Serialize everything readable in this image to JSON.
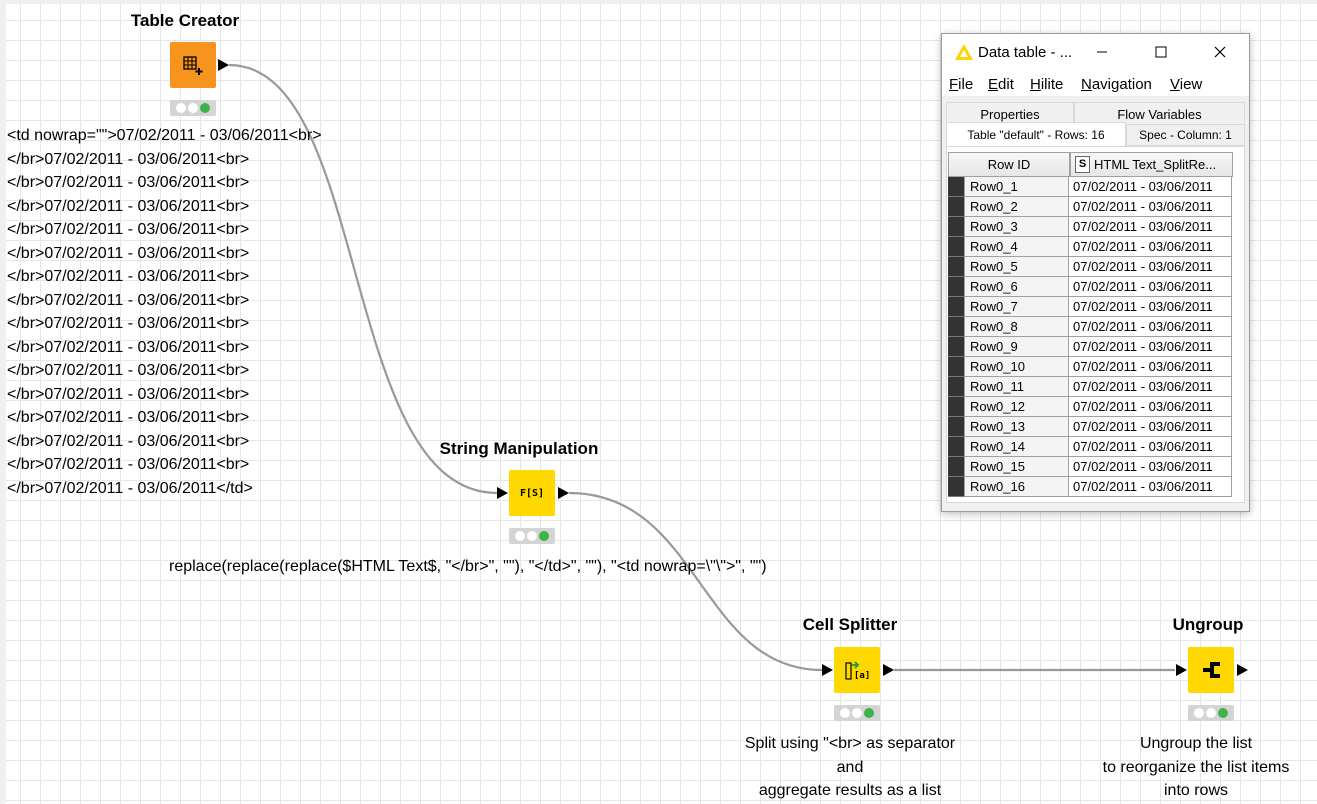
{
  "nodes": {
    "table_creator": {
      "title": "Table Creator",
      "color": "#f7941d",
      "icon": "table-plus-icon"
    },
    "string_manipulation": {
      "title": "String Manipulation",
      "color": "#ffd800",
      "icon": "function-string-icon",
      "icon_text": "F[S]"
    },
    "cell_splitter": {
      "title": "Cell Splitter",
      "color": "#ffd800",
      "icon": "split-list-icon",
      "icon_text": "[a]"
    },
    "ungroup": {
      "title": "Ungroup",
      "color": "#ffd800",
      "icon": "ungroup-icon"
    }
  },
  "annotations": {
    "html_lines": [
      "<td nowrap=\"\">07/02/2011 - 03/06/2011<br>",
      "</br>07/02/2011 - 03/06/2011<br>",
      "</br>07/02/2011 - 03/06/2011<br>",
      "</br>07/02/2011 - 03/06/2011<br>",
      "</br>07/02/2011 - 03/06/2011<br>",
      "</br>07/02/2011 - 03/06/2011<br>",
      "</br>07/02/2011 - 03/06/2011<br>",
      "</br>07/02/2011 - 03/06/2011<br>",
      "</br>07/02/2011 - 03/06/2011<br>",
      "</br>07/02/2011 - 03/06/2011<br>",
      "</br>07/02/2011 - 03/06/2011<br>",
      "</br>07/02/2011 - 03/06/2011<br>",
      "</br>07/02/2011 - 03/06/2011<br>",
      "</br>07/02/2011 - 03/06/2011<br>",
      "</br>07/02/2011 - 03/06/2011<br>",
      "</br>07/02/2011 - 03/06/2011</td>"
    ],
    "expression": "replace(replace(replace($HTML Text$, \"</br>\", \"\"), \"</td>\", \"\"), \"<td nowrap=\\\"\\\">\", \"\")",
    "cell_splitter_note": [
      "Split using \"<br> as separator",
      "and",
      "aggregate results as a list"
    ],
    "ungroup_note": [
      "Ungroup the list",
      "to reorganize the list items",
      "into rows"
    ]
  },
  "window": {
    "title": "Data table - ...",
    "logo_icon": "knime-triangle-icon",
    "minimize_icon": "minimize-icon",
    "maximize_icon": "maximize-icon",
    "close_icon": "close-icon",
    "menu": [
      {
        "accel": "F",
        "rest": "ile"
      },
      {
        "accel": "E",
        "rest": "dit"
      },
      {
        "accel": "H",
        "rest": "ilite"
      },
      {
        "accel": "N",
        "rest": "avigation"
      },
      {
        "accel": "V",
        "rest": "iew"
      }
    ],
    "tabs_top": [
      "Properties",
      "Flow Variables"
    ],
    "tabs_bottom": [
      "Table \"default\" - Rows: 16",
      "Spec - Column: 1"
    ],
    "columns": {
      "row_id": "Row ID",
      "type_badge": "S",
      "value": "HTML Text_SplitRe..."
    },
    "rows": [
      {
        "id": "Row0_1",
        "value": "07/02/2011 - 03/06/2011"
      },
      {
        "id": "Row0_2",
        "value": "07/02/2011 - 03/06/2011"
      },
      {
        "id": "Row0_3",
        "value": "07/02/2011 - 03/06/2011"
      },
      {
        "id": "Row0_4",
        "value": "07/02/2011 - 03/06/2011"
      },
      {
        "id": "Row0_5",
        "value": "07/02/2011 - 03/06/2011"
      },
      {
        "id": "Row0_6",
        "value": "07/02/2011 - 03/06/2011"
      },
      {
        "id": "Row0_7",
        "value": "07/02/2011 - 03/06/2011"
      },
      {
        "id": "Row0_8",
        "value": "07/02/2011 - 03/06/2011"
      },
      {
        "id": "Row0_9",
        "value": "07/02/2011 - 03/06/2011"
      },
      {
        "id": "Row0_10",
        "value": "07/02/2011 - 03/06/2011"
      },
      {
        "id": "Row0_11",
        "value": "07/02/2011 - 03/06/2011"
      },
      {
        "id": "Row0_12",
        "value": "07/02/2011 - 03/06/2011"
      },
      {
        "id": "Row0_13",
        "value": "07/02/2011 - 03/06/2011"
      },
      {
        "id": "Row0_14",
        "value": "07/02/2011 - 03/06/2011"
      },
      {
        "id": "Row0_15",
        "value": "07/02/2011 - 03/06/2011"
      },
      {
        "id": "Row0_16",
        "value": "07/02/2011 - 03/06/2011"
      }
    ]
  }
}
